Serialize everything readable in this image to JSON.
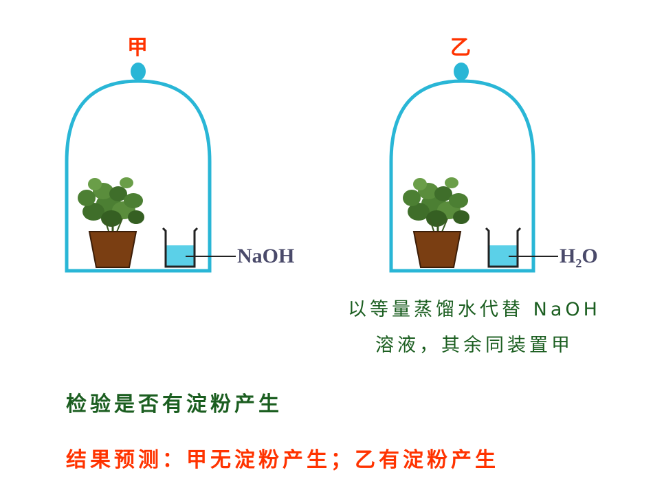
{
  "setup_a": {
    "label": "甲",
    "reagent": "NaOH"
  },
  "setup_b": {
    "label": "乙",
    "reagent_main": "H",
    "reagent_sub": "2",
    "reagent_end": "O"
  },
  "note": {
    "line1": "以等量蒸馏水代替 NaOH",
    "line2": "溶液，其余同装置甲"
  },
  "test_text": "检验是否有淀粉产生",
  "prediction_text": "结果预测：甲无淀粉产生；乙有淀粉产生",
  "colors": {
    "bell_jar": "#29b6d6",
    "solution": "#5bd0e8",
    "pot": "#7a3e12",
    "leaves": "#3f6e2a",
    "label_red": "#ff3300",
    "text_green": "#1b5e20"
  }
}
